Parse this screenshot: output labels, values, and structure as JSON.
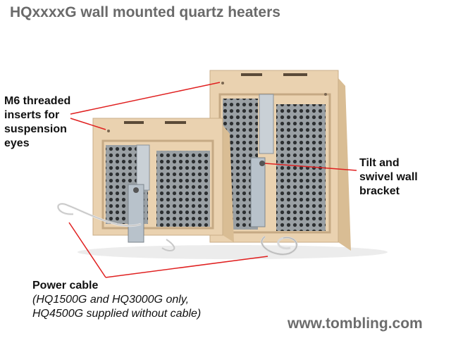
{
  "title": "HQxxxxG wall mounted quartz heaters",
  "callouts": {
    "m6_line1": "M6 threaded",
    "m6_line2": "inserts for",
    "m6_line3": "suspension",
    "m6_line4": "eyes",
    "tilt_line1": "Tilt and",
    "tilt_line2": "swivel wall",
    "tilt_line3": "bracket",
    "power_head": "Power cable",
    "power_note1": "(HQ1500G and HQ3000G only,",
    "power_note2": "HQ4500G supplied without cable)"
  },
  "website": "www.tombling.com",
  "colors": {
    "heater_body": "#ead2b0",
    "callout_line": "#e02020",
    "title_text": "#6a6a6a"
  }
}
